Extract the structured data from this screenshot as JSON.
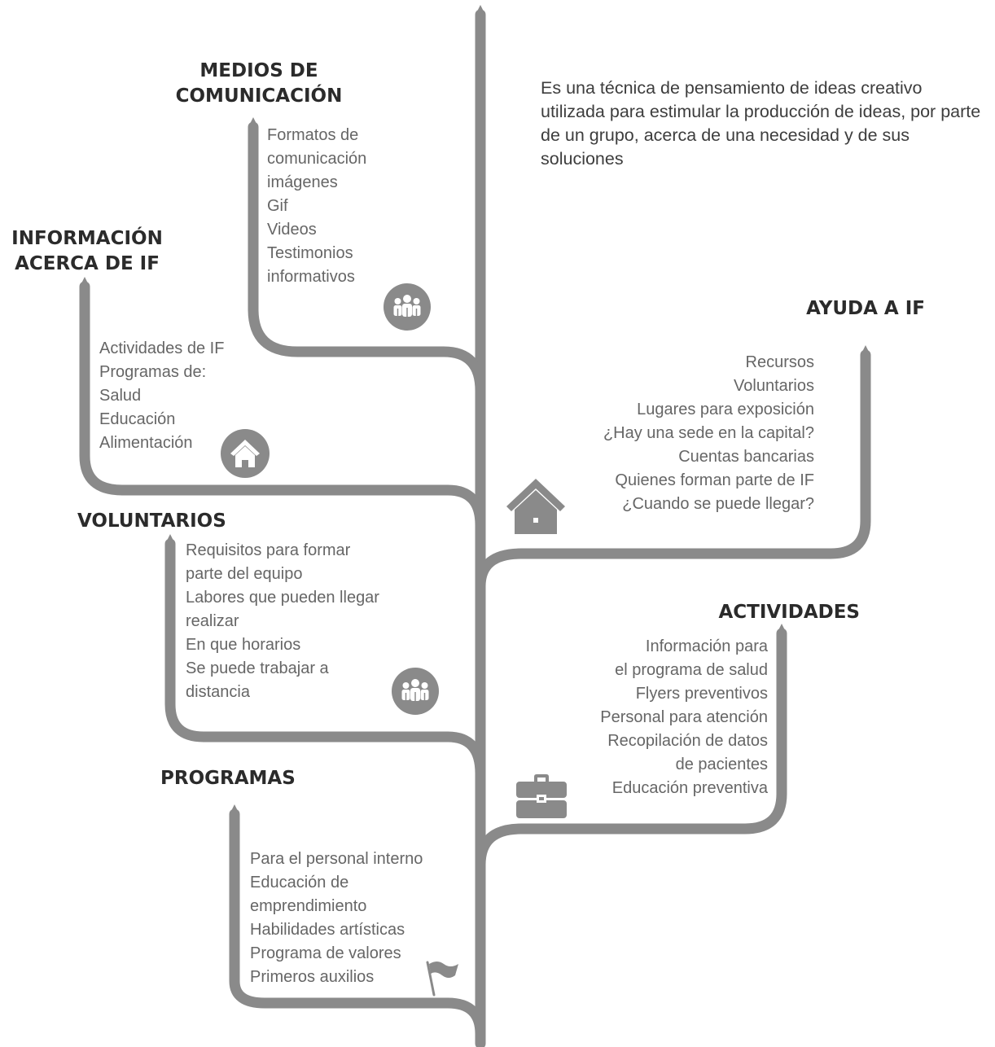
{
  "intro": "Es una técnica de pensamiento de ideas creativo utilizada para estimular la producción de ideas, por parte de un grupo, acerca de una necesidad y de sus soluciones",
  "colors": {
    "branch": "#8a8a8a",
    "heading": "#2b2b2b",
    "item_text": "#666666",
    "icon_disc": "#8a8a8a"
  },
  "branches": {
    "medios": {
      "title_lines": [
        "MEDIOS DE",
        "COMUNICACIÓN"
      ],
      "items": [
        "Formatos de",
        "comunicación",
        "imágenes",
        "Gif",
        "Videos",
        "Testimonios",
        "informativos"
      ],
      "icon": "people-group-icon"
    },
    "informacion": {
      "title_lines": [
        "INFORMACIÓN",
        "ACERCA DE IF"
      ],
      "items": [
        "Actividades de IF",
        "Programas de:",
        "Salud",
        "Educación",
        "Alimentación"
      ],
      "icon": "house-icon"
    },
    "ayuda": {
      "title_lines": [
        "AYUDA A IF"
      ],
      "items": [
        "Recursos",
        "Voluntarios",
        "Lugares para exposición",
        "¿Hay una sede en la capital?",
        "Cuentas bancarias",
        "Quienes forman parte de IF",
        "¿Cuando se puede llegar?"
      ],
      "icon": "house-icon"
    },
    "voluntarios": {
      "title_lines": [
        "VOLUNTARIOS"
      ],
      "items": [
        "Requisitos para formar",
        "parte del equipo",
        "Labores que pueden llegar",
        "realizar",
        "En que horarios",
        "Se puede trabajar a",
        "distancia"
      ],
      "icon": "people-group-icon"
    },
    "actividades": {
      "title_lines": [
        "ACTIVIDADES"
      ],
      "items": [
        "Información para",
        "el programa de salud",
        "Flyers preventivos",
        "Personal para atención",
        "Recopilación de datos",
        "de pacientes",
        "Educación preventiva"
      ],
      "icon": "briefcase-icon"
    },
    "programas": {
      "title_lines": [
        "PROGRAMAS"
      ],
      "items": [
        "Para el personal interno",
        "Educación de",
        "emprendimiento",
        "Habilidades artísticas",
        "Programa de valores",
        "Primeros auxilios"
      ],
      "icon": "flag-icon"
    }
  }
}
